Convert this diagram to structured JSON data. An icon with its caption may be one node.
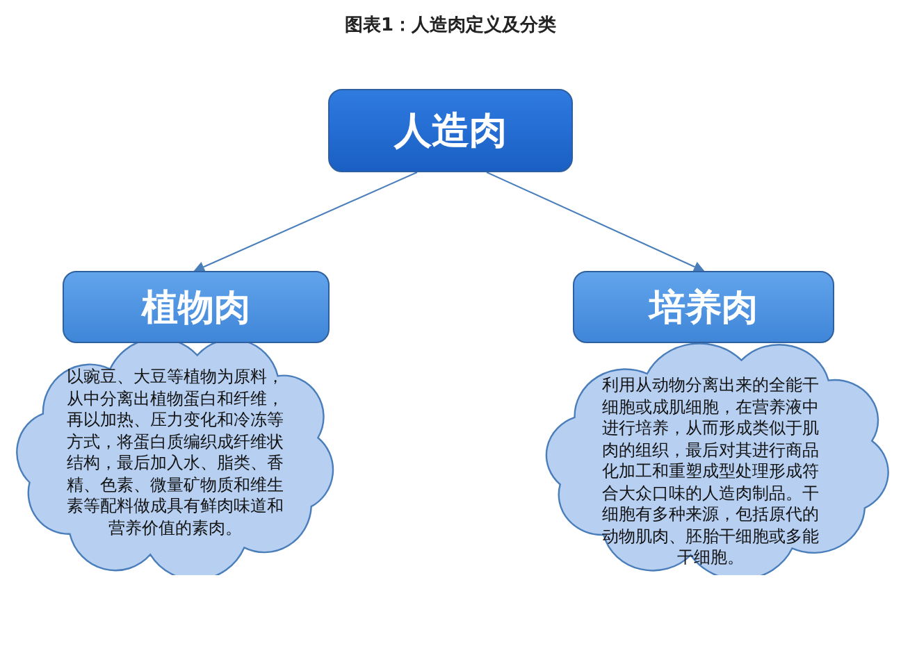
{
  "diagram": {
    "title": "图表1：人造肉定义及分类",
    "nodes": [
      {
        "text": [
          "人造肉"
        ]
      },
      {
        "text": [
          "植物肉"
        ]
      },
      {
        "text": [
          "培养肉"
        ]
      },
      {
        "text": [
          "以豌豆、大豆等植物为原料，从中分离出植物蛋白和纤维，再以加热、压力变化和冷冻等方式，将蛋白质编织成纤维状结构，最后加入水、脂类、香精、色素、微量矿物质和维生素等配料做成具有鲜肉味道和营养价值的素肉。"
        ]
      },
      {
        "text": [
          "利用从动物分离出来的全能干细胞或成肌细胞，在营养液中进行培养，从而形成类似于肌肉的组织，最后对其进行商品化加工和重塑成型处理形成符合大众口味的人造肉制品。干细胞有多种来源，包括原代的动物肌肉、胚胎干细胞或多能干细胞。"
        ]
      }
    ],
    "edges": [
      {
        "from": 0,
        "to": 1,
        "arrow": "to"
      },
      {
        "from": 0,
        "to": 2,
        "arrow": "to"
      }
    ]
  }
}
